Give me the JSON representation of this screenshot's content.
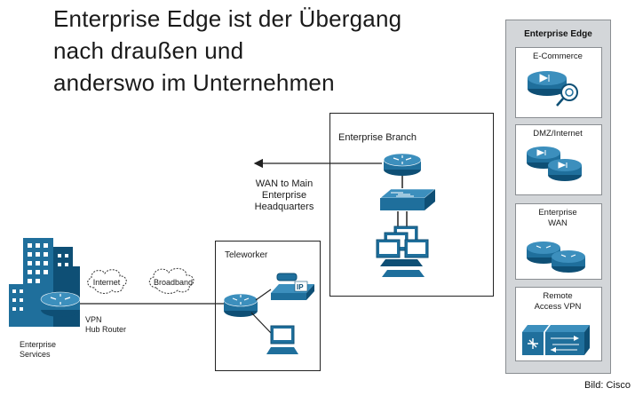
{
  "title_lines": [
    "Enterprise Edge ist der Übergang",
    "nach draußen und",
    "anderswo im Unternehmen"
  ],
  "branch": {
    "label": "Enterprise Branch"
  },
  "wan_arrow": {
    "line1": "WAN to Main",
    "line2": "Enterprise",
    "line3": "Headquarters"
  },
  "teleworker": {
    "label": "Teleworker",
    "phone_badge": "IP"
  },
  "hq": {
    "clouds": [
      "Internet",
      "Broadband"
    ],
    "router_label_1": "VPN",
    "router_label_2": "Hub Router",
    "services_label_1": "Enterprise",
    "services_label_2": "Services"
  },
  "edge": {
    "title": "Enterprise Edge",
    "cards": [
      {
        "line1": "E-Commerce",
        "line2": ""
      },
      {
        "line1": "DMZ/Internet",
        "line2": ""
      },
      {
        "line1": "Enterprise",
        "line2": "WAN"
      },
      {
        "line1": "Remote",
        "line2": "Access VPN"
      }
    ]
  },
  "caption": "Bild: Cisco",
  "colors": {
    "device_blue": "#1f6f9c",
    "device_dark": "#0e4f75",
    "panel_gray": "#d3d6d9"
  }
}
